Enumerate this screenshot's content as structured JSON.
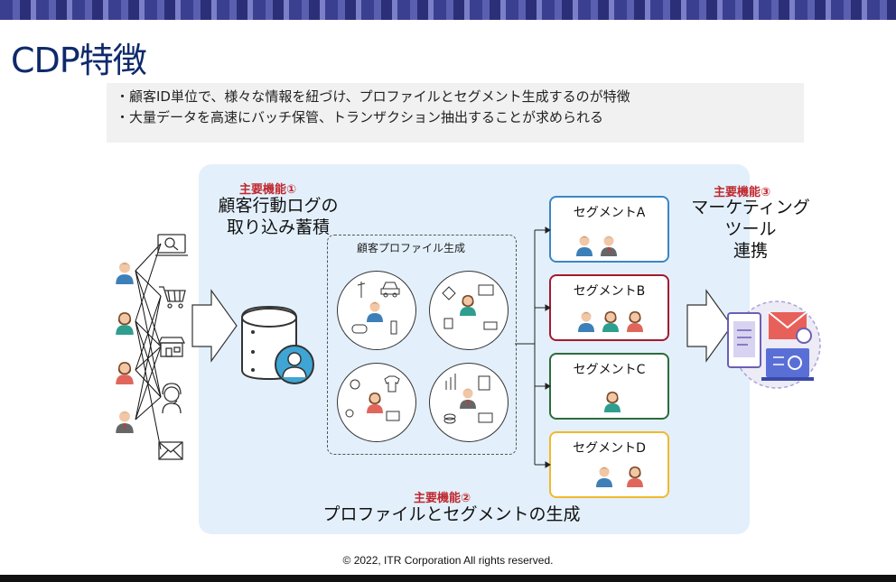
{
  "title": "CDP特徴",
  "summary": [
    "・顧客ID単位で、様々な情報を紐づけ、プロファイルとセグメント生成するのが特徴",
    "・大量データを高速にバッチ保管、トランザクション抽出することが求められる"
  ],
  "feature1": {
    "label": "主要機能①",
    "title_lines": [
      "顧客行動ログの",
      "取り込み蓄積"
    ]
  },
  "feature2": {
    "label": "主要機能②",
    "title": "プロファイルとセグメントの生成"
  },
  "feature3": {
    "label": "主要機能③",
    "title_lines": [
      "マーケティング",
      "ツール",
      "連携"
    ]
  },
  "profile_box_label": "顧客プロファイル生成",
  "segments": [
    {
      "label": "セグメントA",
      "color": "#3d85c6",
      "people": 2
    },
    {
      "label": "セグメントB",
      "color": "#a6192e",
      "people": 3
    },
    {
      "label": "セグメントC",
      "color": "#2e6b3a",
      "people": 1
    },
    {
      "label": "セグメントD",
      "color": "#f1b82d",
      "people": 2
    }
  ],
  "icons": {
    "sources": [
      "search-icon",
      "cart-icon",
      "store-icon",
      "support-icon",
      "mail-icon"
    ],
    "database": "database-user-icon",
    "marketing": "marketing-tools-icon"
  },
  "colors": {
    "panel": "#e3f0fb",
    "accent_red": "#c0272d",
    "title_blue": "#0f2a6b"
  },
  "copyright": "© 2022, ITR Corporation  All rights reserved."
}
